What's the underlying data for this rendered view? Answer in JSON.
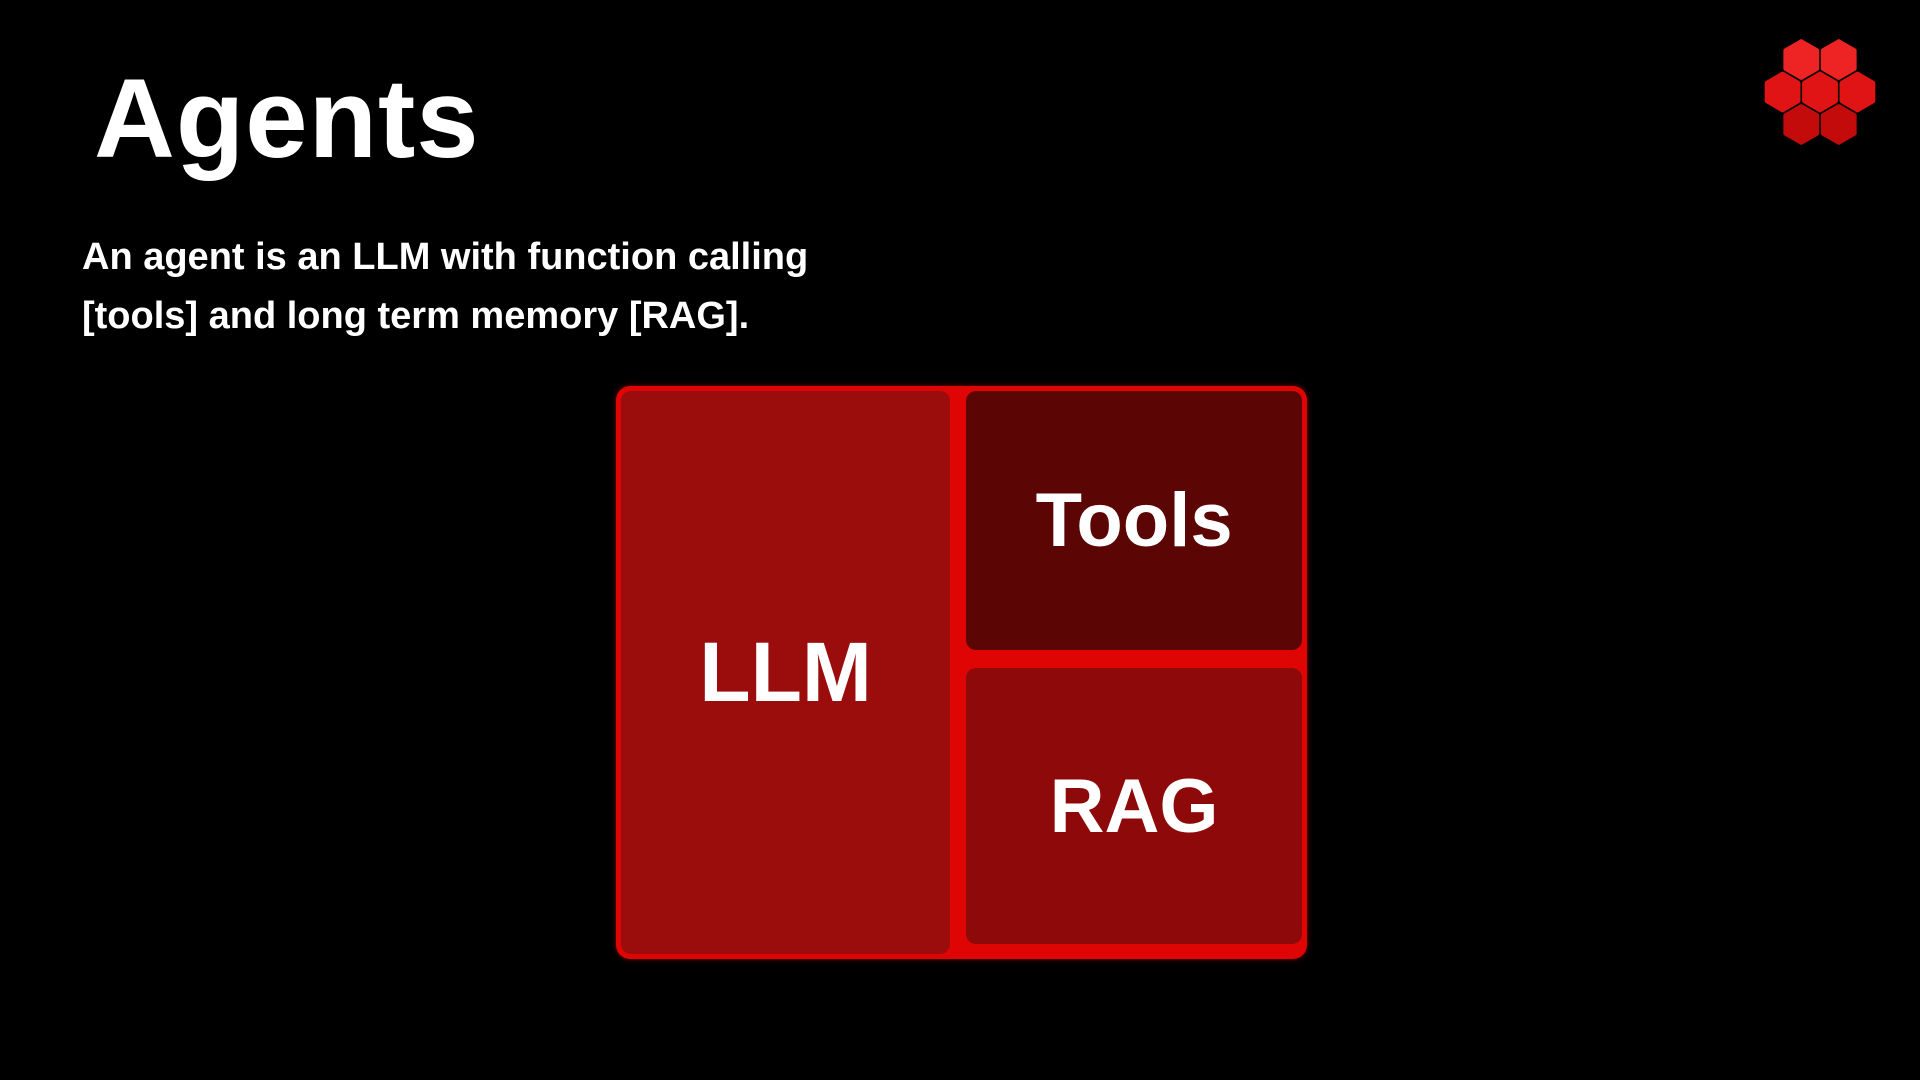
{
  "slide": {
    "title": "Agents",
    "subtitle": {
      "line1": "An agent is an LLM with function calling",
      "line2": "[tools] and long term memory [RAG]."
    }
  },
  "diagram": {
    "llm_label": "LLM",
    "tools_label": "Tools",
    "rag_label": "RAG"
  },
  "logo": {
    "icon": "hexagon-cluster-icon"
  },
  "colors": {
    "background": "#000000",
    "text": "#ffffff",
    "container_red": "#e00505",
    "llm_box": "#9b0d0d",
    "tools_box": "#5c0505",
    "rag_box": "#8e0909",
    "logo_red": "#e01414"
  }
}
